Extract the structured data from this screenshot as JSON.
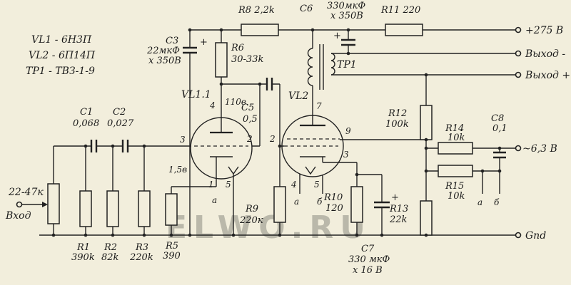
{
  "colors": {
    "background": "#f2eedc",
    "ink": "#222222",
    "watermark": "#84847a"
  },
  "watermark": "ELWO.RU",
  "parts_list": [
    "VL1 - 6Н3П",
    "VL2 - 6П14П",
    "ТР1 - ТВЗ-1-9"
  ],
  "terminals": {
    "plus275": "+275 В",
    "out_minus": "Выход -",
    "out_plus": "Выход +",
    "heater": "~6,3 В",
    "gnd": "Gnd",
    "input": "Вход"
  },
  "components": {
    "r8": "R8 2,2k",
    "r11": "R11 220",
    "c6": {
      "name": "C6",
      "v1": "330мкФ",
      "v2": "х 350В",
      "plus": "+"
    },
    "c3": {
      "name": "С3",
      "v1": "22мкФ",
      "v2": "х 350В",
      "plus": "+"
    },
    "r6": {
      "name": "R6",
      "value": "30-33k"
    },
    "c5": {
      "name": "С5",
      "value": "0,5"
    },
    "c1": {
      "name": "С1",
      "value": "0,068"
    },
    "c2": {
      "name": "С2",
      "value": "0,027"
    },
    "pot": "22-47к",
    "r1": {
      "name": "R1",
      "value": "390k"
    },
    "r2": {
      "name": "R2",
      "value": "82k"
    },
    "r3": {
      "name": "R3",
      "value": "220k"
    },
    "r5": {
      "name": "R5",
      "value": "390"
    },
    "r9": {
      "name": "R9",
      "value": "220к"
    },
    "r10": {
      "name": "R10",
      "value": "120"
    },
    "c7": {
      "name": "С7",
      "v1": "330 мкФ",
      "v2": "х 16 В",
      "plus": "+"
    },
    "r12": {
      "name": "R12",
      "value": "100k"
    },
    "r13": {
      "name": "R13",
      "value": "22k"
    },
    "r14": {
      "name": "R14",
      "value": "10k"
    },
    "r15": {
      "name": "R15",
      "value": "10k"
    },
    "c8": {
      "name": "С8",
      "value": "0,1"
    },
    "tr1": "ТР1"
  },
  "tubes": {
    "vl11": {
      "label": "VL1.1",
      "anode_voltage": "110в",
      "cathode_voltage": "1,5в",
      "pins": {
        "p4": "4",
        "p3": "3",
        "p2": "2",
        "p1": "1",
        "p5": "5",
        "pa": "а"
      }
    },
    "vl2": {
      "label": "VL2",
      "pins": {
        "p7": "7",
        "p2": "2",
        "p9": "9",
        "p3": "3",
        "p4": "4",
        "p5": "5",
        "pa": "а",
        "pb": "б"
      }
    }
  },
  "heater_taps": {
    "a": "а",
    "b": "б"
  }
}
